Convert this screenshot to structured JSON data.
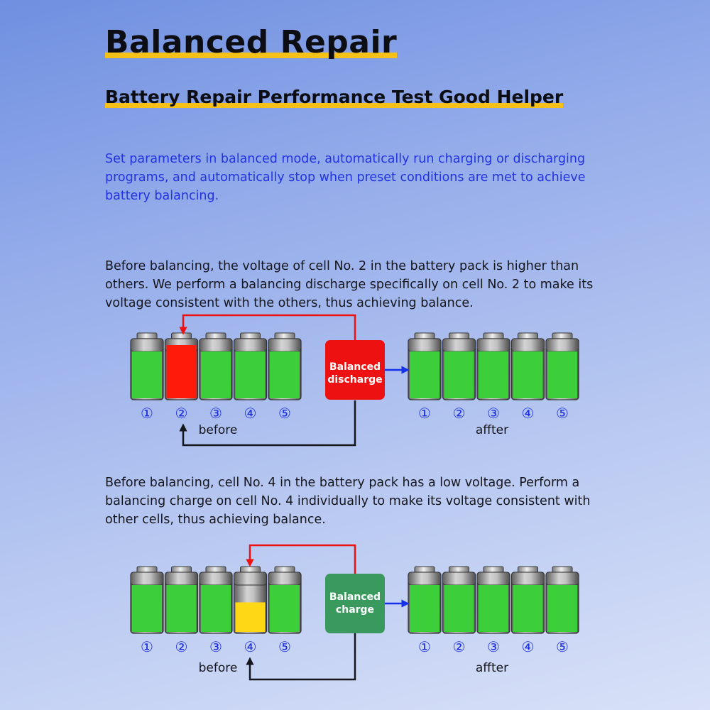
{
  "title": "Balanced Repair",
  "subtitle": "Battery Repair Performance Test Good Helper",
  "intro": "Set parameters in balanced mode, automatically run charging or discharging programs, and automatically stop when preset conditions are met to achieve battery balancing.",
  "section1": {
    "text": "Before balancing, the voltage of cell No. 2 in the battery pack is higher than others. We perform a balancing discharge specifically on cell No. 2 to make its voltage consistent with the others, thus achieving balance.",
    "box_line1": "Balanced",
    "box_line2": "discharge",
    "box_color": "#ee1111",
    "before_label": "before",
    "after_label": "affter",
    "target_cell": 2,
    "target_color": "#ff1a0a",
    "target_level": 0.94
  },
  "section2": {
    "text": "Before balancing, cell No. 4 in the battery pack has a low voltage. Perform a balancing charge on cell No. 4 individually to make its voltage consistent with other cells, thus achieving balance.",
    "box_line1": "Balanced",
    "box_line2": "charge",
    "box_color": "#3a9a5e",
    "before_label": "before",
    "after_label": "affter",
    "target_cell": 4,
    "target_color": "#ffd815",
    "target_level": 0.63
  },
  "cell_numbers": [
    "①",
    "②",
    "③",
    "④",
    "⑤"
  ],
  "colors": {
    "cell_green": "#3ccf3a",
    "number_blue": "#1a2ee0",
    "arrow_red": "#ee1111",
    "arrow_blue": "#1530e8",
    "arrow_black": "#15151c",
    "highlight": "#f5c118"
  }
}
